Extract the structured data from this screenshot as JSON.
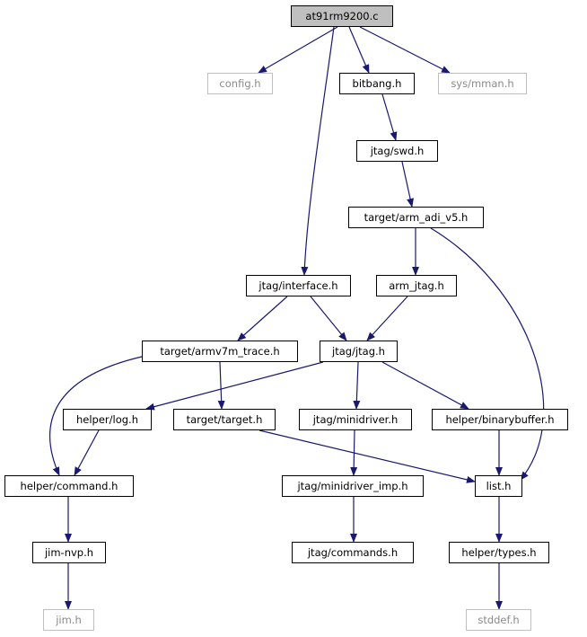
{
  "colors": {
    "edge": "#191970",
    "root_fill": "#bfbfbf",
    "external_border": "#bfbfbf"
  },
  "nodes": {
    "at91rm9200_c": "at91rm9200.c",
    "config_h": "config.h",
    "bitbang_h": "bitbang.h",
    "sys_mman_h": "sys/mman.h",
    "jtag_swd_h": "jtag/swd.h",
    "target_arm_adi_v5_h": "target/arm_adi_v5.h",
    "jtag_interface_h": "jtag/interface.h",
    "arm_jtag_h": "arm_jtag.h",
    "target_armv7m_trace_h": "target/armv7m_trace.h",
    "jtag_jtag_h": "jtag/jtag.h",
    "helper_log_h": "helper/log.h",
    "target_target_h": "target/target.h",
    "jtag_minidriver_h": "jtag/minidriver.h",
    "helper_binarybuffer_h": "helper/binarybuffer.h",
    "helper_command_h": "helper/command.h",
    "jtag_minidriver_imp_h": "jtag/minidriver_imp.h",
    "list_h": "list.h",
    "jim_nvp_h": "jim-nvp.h",
    "jtag_commands_h": "jtag/commands.h",
    "helper_types_h": "helper/types.h",
    "jim_h": "jim.h",
    "stddef_h": "stddef.h"
  }
}
